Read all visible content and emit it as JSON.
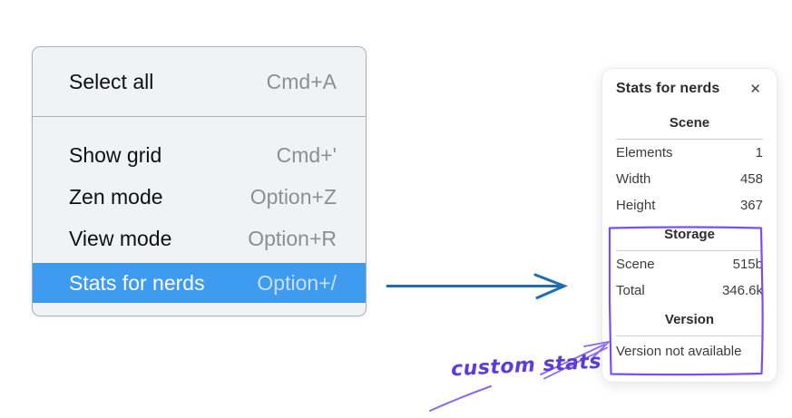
{
  "menu": {
    "items": [
      {
        "label": "Select all",
        "shortcut": "Cmd+A"
      },
      {
        "label": "Show grid",
        "shortcut": "Cmd+'"
      },
      {
        "label": "Zen mode",
        "shortcut": "Option+Z"
      },
      {
        "label": "View mode",
        "shortcut": "Option+R"
      },
      {
        "label": "Stats for nerds",
        "shortcut": "Option+/",
        "selected": true
      }
    ],
    "colors": {
      "background": "#f1f2f4",
      "border": "#aab1b9",
      "highlight": "#3e9bf0",
      "shortcut_text": "#8b8f95"
    }
  },
  "panel": {
    "title": "Stats for nerds",
    "close_glyph": "✕",
    "sections": [
      {
        "heading": "Scene",
        "rows": [
          {
            "label": "Elements",
            "value": "1"
          },
          {
            "label": "Width",
            "value": "458"
          },
          {
            "label": "Height",
            "value": "367"
          }
        ]
      },
      {
        "heading": "Storage",
        "rows": [
          {
            "label": "Scene",
            "value": "515b"
          },
          {
            "label": "Total",
            "value": "346.6k"
          }
        ]
      },
      {
        "heading": "Version",
        "note": "Version not available"
      }
    ]
  },
  "annotation": {
    "label": "custom stats",
    "text_color": "#5b3cd9",
    "box_color": "#7a4ff2",
    "arrow_color": "#8a66f2"
  },
  "pointer_arrow": {
    "color": "#1d6db6",
    "direction": "menu-to-panel"
  }
}
